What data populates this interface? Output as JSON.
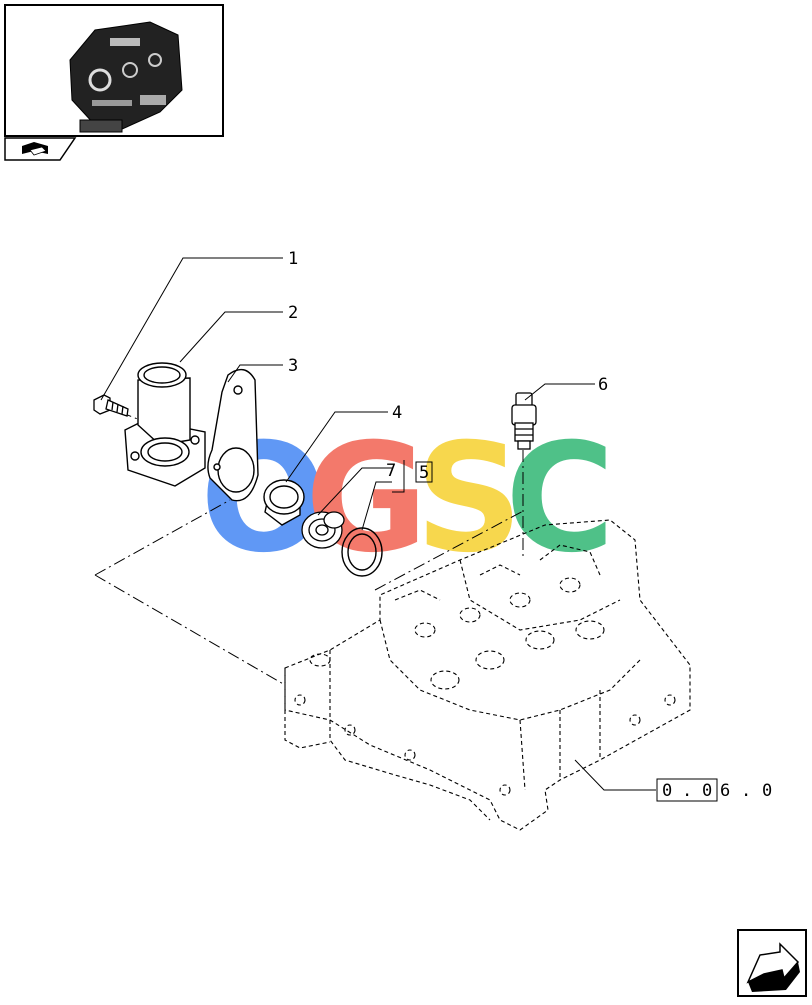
{
  "callouts": {
    "c1": "1",
    "c2": "2",
    "c3": "3",
    "c4": "4",
    "c5": "5",
    "c6": "6",
    "c7": "7"
  },
  "reference": {
    "boxed": [
      "0",
      ".",
      "0"
    ],
    "plain": [
      "6",
      ".",
      "0"
    ]
  },
  "watermark": {
    "letters": [
      "O",
      "G",
      "S",
      "C"
    ],
    "colors": [
      "#4f8df5",
      "#f26b5b",
      "#f7d33a",
      "#3dbb7c"
    ]
  },
  "icons": {
    "thumbnail": "engine-thumbnail-icon",
    "book": "book-icon",
    "next": "next-page-arrow-icon"
  }
}
